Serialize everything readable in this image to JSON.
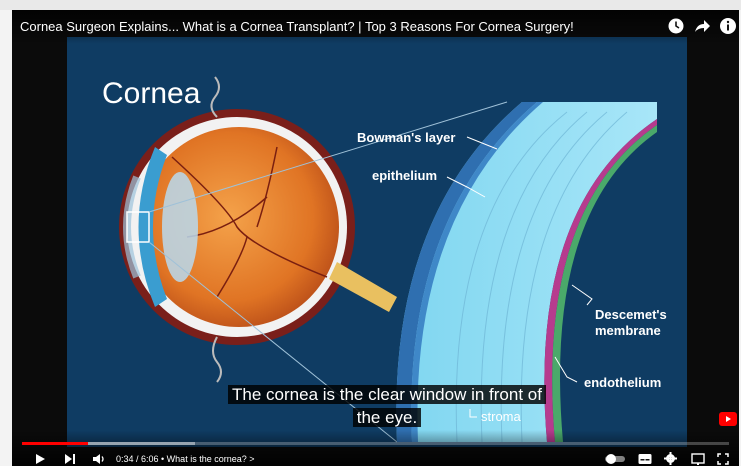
{
  "video": {
    "title": "Cornea Surgeon Explains... What is a Cornea Transplant? | Top 3 Reasons For Cornea Surgery!",
    "top_icons": [
      "clock-icon",
      "share-icon",
      "info-icon"
    ]
  },
  "slide": {
    "heading": "Cornea",
    "labels": {
      "bowman": "Bowman's layer",
      "epithelium": "epithelium",
      "descemet_1": "Descemet's",
      "descemet_2": "membrane",
      "endothelium": "endothelium",
      "stroma": "stroma"
    }
  },
  "caption": {
    "line1": "The cornea is the clear window in front of",
    "line2": "the eye."
  },
  "controls": {
    "time": "0:34 / 6:06 • What is the cornea? >",
    "progress_played_fraction": 0.093,
    "progress_buffered_fraction": 0.245,
    "icons": [
      "play-icon",
      "next-icon",
      "volume-icon",
      "autoplay-toggle-icon",
      "subtitles-icon",
      "settings-icon",
      "miniplayer-icon",
      "fullscreen-icon"
    ]
  },
  "colors": {
    "progress": "#ff0000",
    "slide_bg": "#0f3c63",
    "lens": "#e87a2c"
  }
}
